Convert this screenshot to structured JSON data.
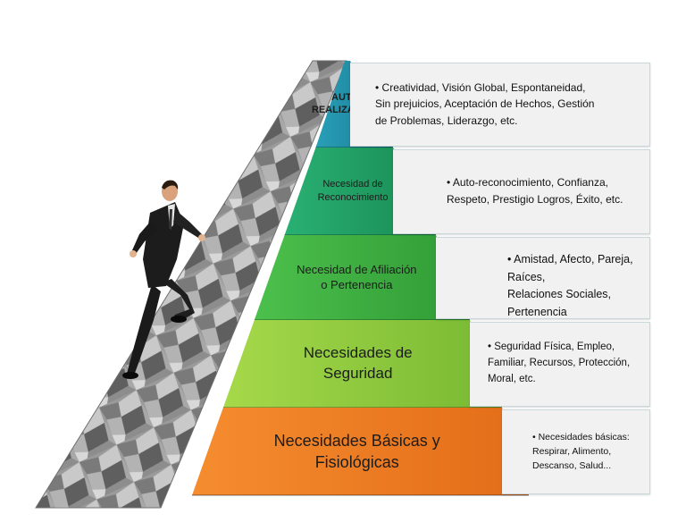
{
  "levels": [
    {
      "label": "AUTO-\nREALIZACIÓN:",
      "color": "#1f8ea6",
      "description": "• Creatividad, Visión Global, Espontaneidad,\nSin prejuicios, Aceptación de Hechos, Gestión\nde Problemas,  Liderazgo, etc."
    },
    {
      "label": "Necesidad de\nReconocimiento",
      "color": "#1c9c62",
      "description": "• Auto-reconocimiento,  Confianza,\nRespeto, Prestigio Logros, Éxito, etc."
    },
    {
      "label": "Necesidad de Afiliación\no Pertenencia",
      "color": "#3aae3f",
      "description": "• Amistad, Afecto, Pareja, Raíces,\nRelaciones Sociales, Pertenencia\na algún colectivo."
    },
    {
      "label": "Necesidades de\nSeguridad",
      "color": "#8cc63f",
      "description": "• Seguridad Física, Empleo,\nFamiliar, Recursos, Protección,\nMoral, etc."
    },
    {
      "label": "Necesidades Básicas y\nFisiológicas",
      "color": "#ef7d22",
      "description": "• Necesidades básicas:\nRespirar, Alimento,\nDescanso, Salud..."
    }
  ],
  "figure": {
    "name": "businessman-climbing"
  }
}
